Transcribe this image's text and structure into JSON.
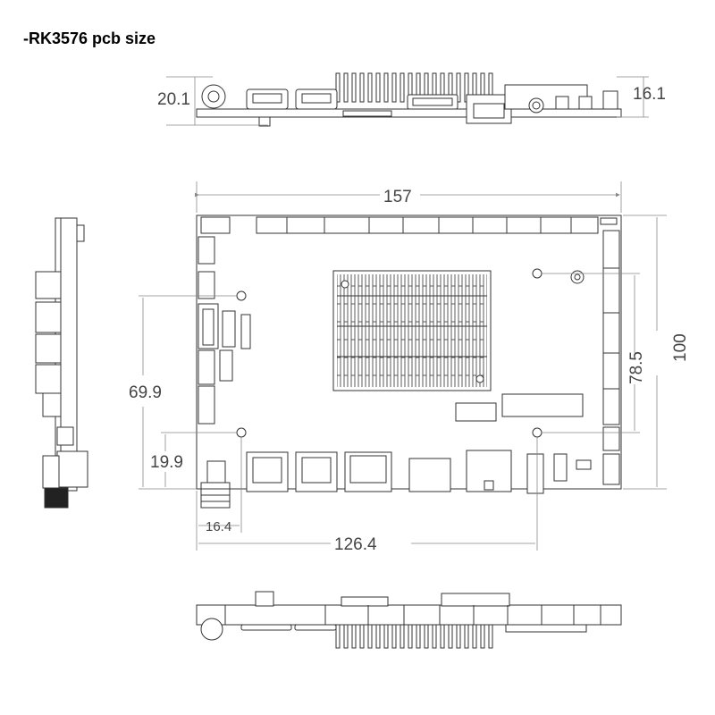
{
  "title": "-RK3576 pcb size",
  "dimensions": {
    "board_width": "157",
    "board_height": "100",
    "hole_vertical_span": "78.5",
    "hole_upper_offset": "69.9",
    "hole_lower_offset": "19.9",
    "hole_left_offset": "16.4",
    "hole_horizontal_span": "126.4",
    "side_height_left": "20.1",
    "side_height_right": "16.1"
  },
  "colors": {
    "line": "#333333",
    "dim_line": "#888888",
    "text": "#444444"
  }
}
